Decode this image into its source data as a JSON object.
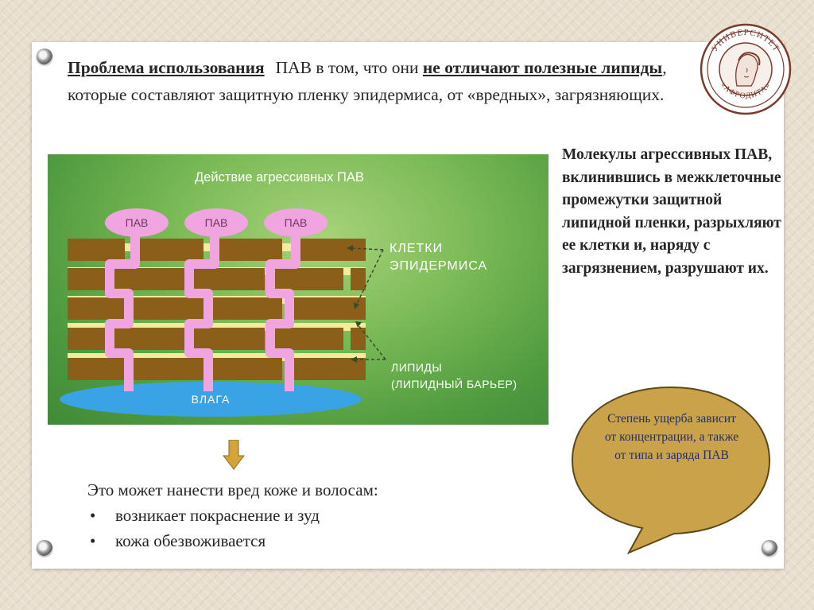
{
  "heading": {
    "part1_underlined_bold": "Проблема использования",
    "part2": "ПАВ в том, что они",
    "part3_underlined_bold": "не отличают полезные липиды",
    "part4": ", которые составляют защитную пленку эпидермиса, от «вредных», загрязняющих."
  },
  "logo": {
    "text_top": "УНИВЕРСИТЕТ",
    "text_bottom": "«АФРОДИТА»",
    "icon": "university-seal-icon"
  },
  "figure": {
    "title": "Действие агрессивных ПАВ",
    "surfactant_labels": [
      "ПАВ",
      "ПАВ",
      "ПАВ"
    ],
    "label_cells_line1": "КЛЕТКИ",
    "label_cells_line2": "ЭПИДЕРМИСА",
    "label_lipids_line1": "ЛИПИДЫ",
    "label_lipids_line2": "(ЛИПИДНЫЙ БАРЬЕР)",
    "label_moisture": "ВЛАГА",
    "colors": {
      "background": "#6fb050",
      "brick": "#8b5e1a",
      "lipid": "#f4ec9c",
      "surfactant": "#f0a4e0",
      "moisture": "#3aa3e6"
    }
  },
  "right_text": "Молекулы агрессивных ПАВ, вклинившись в межклеточные промежутки защитной липидной пленки, разрыхляют ее клетки и, наряду с загрязнением, разрушают их.",
  "bottom": {
    "intro": "Это может нанести вред коже и волосам:",
    "bullets": [
      "возникает покраснение и зуд",
      "кожа обезвоживается"
    ]
  },
  "bubble": {
    "text": "Степень ущерба зависит от концентрации, а также от типа и заряда ПАВ",
    "fill": "#c9a24a"
  },
  "arrow": {
    "fill": "#d4a43a",
    "icon": "down-arrow-icon"
  }
}
